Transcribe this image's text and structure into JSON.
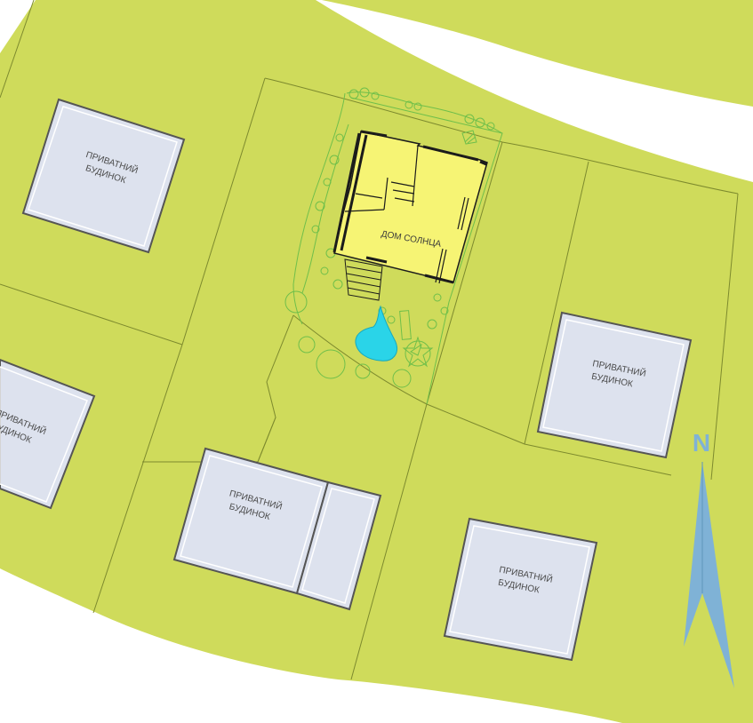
{
  "site_plan": {
    "main_house": {
      "label": "ДОМ СОЛНЦА"
    },
    "neighbor_houses": [
      {
        "id": "top-left",
        "line1": "ПРИВАТНИЙ",
        "line2": "БУДИНОК"
      },
      {
        "id": "mid-left",
        "line1": "ПРИВАТНИЙ",
        "line2": "БУДИНОК"
      },
      {
        "id": "bottom-center",
        "line1": "ПРИВАТНИЙ",
        "line2": "БУДИНОК"
      },
      {
        "id": "right",
        "line1": "ПРИВАТНИЙ",
        "line2": "БУДИНОК"
      },
      {
        "id": "bottom-right",
        "line1": "ПРИВАТНИЙ",
        "line2": "БУДИНОК"
      }
    ],
    "north_arrow": {
      "letter": "N"
    },
    "colors": {
      "ground": "#cfdb5b",
      "road": "#ffffff",
      "lot_lines": "#7d8a2e",
      "neighbor_house_fill": "#dde2ee",
      "main_house_fill": "#f6f474",
      "pond": "#2ad4e8",
      "north_arrow": "#7fb2d6"
    }
  }
}
